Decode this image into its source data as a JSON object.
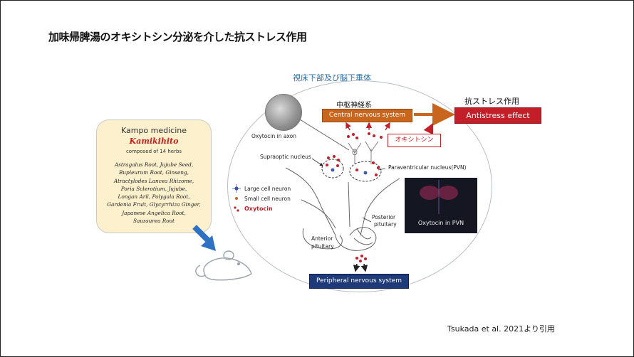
{
  "title": "加味帰脾湯のオキシトシン分泌を介した抗ストレス作用",
  "region_label": "視床下部及び脳下垂体",
  "kampo": {
    "heading": "Kampo medicine",
    "name": "Kamikihito",
    "subtitle": "composed of 14 herbs",
    "herb_lines": [
      "Astragalus Root, Jujube Seed,",
      "Bupleurum Root, Ginseng,",
      "Atractylodes Lancea Rhizome,",
      "Poria Sclerotium, Jujube,",
      "Longan Aril, Polygala Root,",
      "Gardenia Fruit, Glycyrrhiza Ginger,",
      "Japanese Angelica Root,",
      "Saussurea Root"
    ]
  },
  "cns": {
    "jp": "中枢神経系",
    "en": "Central nervous system"
  },
  "antistress": {
    "jp": "抗ストレス作用",
    "en": "Antistress effect"
  },
  "oxytocin_jp": "オキシトシン",
  "peripheral": "Peripheral nervous system",
  "labels": {
    "axon": "Oxytocin in axon",
    "supraoptic": "Supraoptic nucleus",
    "pvn": "Paraventricular nucleus(PVN)",
    "posterior_1": "Posterior",
    "posterior_2": "pituitary",
    "anterior_1": "Anterior",
    "anterior_2": "pituitary",
    "pvn_photo": "Oxytocin in PVN"
  },
  "legend": {
    "large": "Large cell neuron",
    "small": "Small cell neuron",
    "oxytocin": "Oxytocin"
  },
  "citation": "Tsukada et al. 2021より引用",
  "colors": {
    "orange": "#c8661e",
    "red": "#c21f28",
    "navy": "#1f3a78",
    "kampo_bg": "#fdf0cc",
    "arrow_blue": "#2f72c4"
  }
}
